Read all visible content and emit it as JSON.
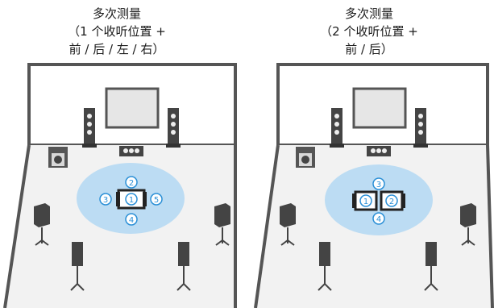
{
  "panels": [
    {
      "caption": [
        "多次测量",
        "（1 个收听位置 +",
        "前 / 后 / 左 / 右）"
      ],
      "markers": [
        "1",
        "2",
        "3",
        "4",
        "5"
      ]
    },
    {
      "caption": [
        "多次测量",
        "（2 个收听位置 +",
        "前 / 后）"
      ],
      "markers": [
        "1",
        "2",
        "3",
        "4"
      ]
    }
  ],
  "colors": {
    "wall": "#555555",
    "floor": "#f2f2f2",
    "listening_area": "#bcdcf3",
    "marker": "#2a8fd6"
  }
}
